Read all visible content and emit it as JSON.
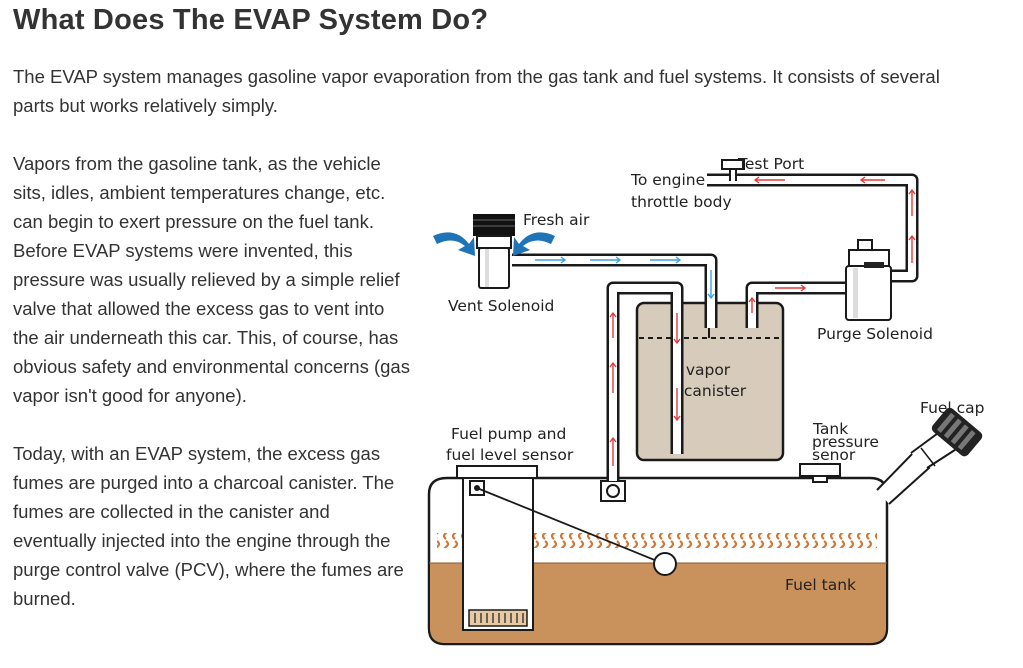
{
  "article": {
    "title": "What Does The EVAP System Do?",
    "intro": "The EVAP system manages gasoline vapor evaporation from the gas tank and fuel systems. It consists of several parts but works relatively simply.",
    "paragraph_1": "Vapors from the gasoline tank, as the vehicle sits, idles, ambient temperatures change, etc. can begin to exert pressure on the fuel tank. Before EVAP systems were invented, this pressure was usually relieved by a simple relief valve that allowed the excess gas to vent into the air underneath this car. This, of course, has obvious safety and environmental concerns (gas vapor isn't good for anyone).",
    "paragraph_2": "Today, with an EVAP system, the excess gas fumes are purged into a charcoal canister. The fumes are collected in the canister and eventually injected into the engine through the purge control valve (PCV), where the fumes are burned."
  },
  "diagram": {
    "labels": {
      "test_port": "Test Port",
      "to_engine_line1": "To engine",
      "to_engine_line2": "throttle body",
      "fresh_air": "Fresh air",
      "vent_solenoid": "Vent Solenoid",
      "purge_solenoid": "Purge Solenoid",
      "vapor_line1": "vapor",
      "vapor_line2": "canister",
      "fuel_cap": "Fuel cap",
      "tank_line1": "Tank",
      "tank_line2": "pressure",
      "tank_line3": "senor",
      "fuel_pump_line1": "Fuel pump and",
      "fuel_pump_line2": "fuel level sensor",
      "fuel_tank": "Fuel tank"
    },
    "colors": {
      "fuel": "#c9925c",
      "canister": "#d7ccbb",
      "red_arrow": "#e23c3c",
      "blue_arrow": "#3f9fe0",
      "air_arrow": "#1f73b7",
      "vapor_wave": "#d07a3a"
    }
  }
}
